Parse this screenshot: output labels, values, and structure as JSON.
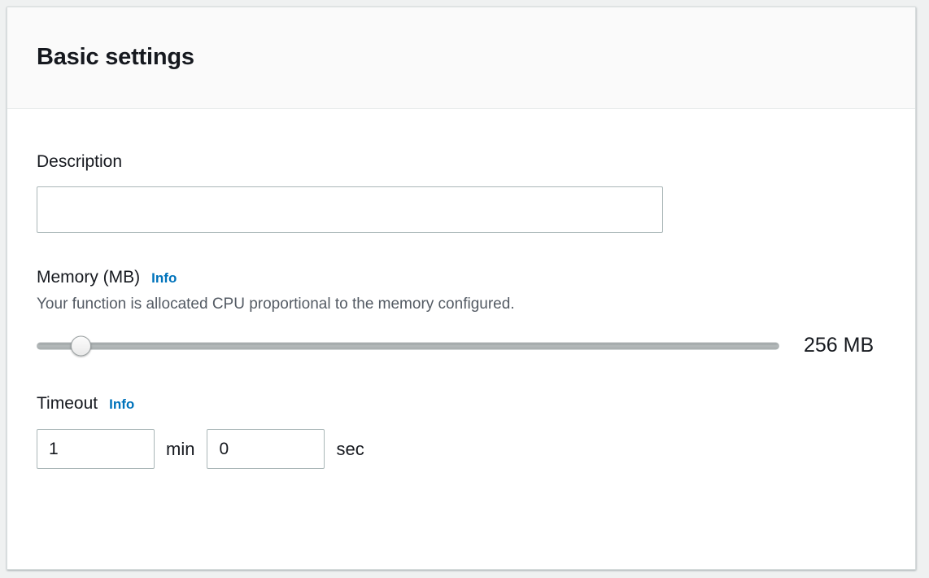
{
  "panel": {
    "title": "Basic settings"
  },
  "description": {
    "label": "Description",
    "value": "",
    "placeholder": ""
  },
  "memory": {
    "label": "Memory (MB)",
    "info_label": "Info",
    "help_text": "Your function is allocated CPU proportional to the memory configured.",
    "value_label": "256 MB",
    "value": 256,
    "min": 128,
    "max": 10240,
    "thumb_percent": 6
  },
  "timeout": {
    "label": "Timeout",
    "info_label": "Info",
    "minutes_value": "1",
    "minutes_unit": "min",
    "seconds_value": "0",
    "seconds_unit": "sec"
  },
  "colors": {
    "page_background": "#eff1f1",
    "card_background": "#ffffff",
    "card_border": "#d5dbdb",
    "header_background": "#fafafa",
    "title_text": "#16191f",
    "help_text": "#545b64",
    "link_blue": "#0073bb",
    "input_border": "#aab7b8",
    "slider_track": "#a7adae"
  }
}
